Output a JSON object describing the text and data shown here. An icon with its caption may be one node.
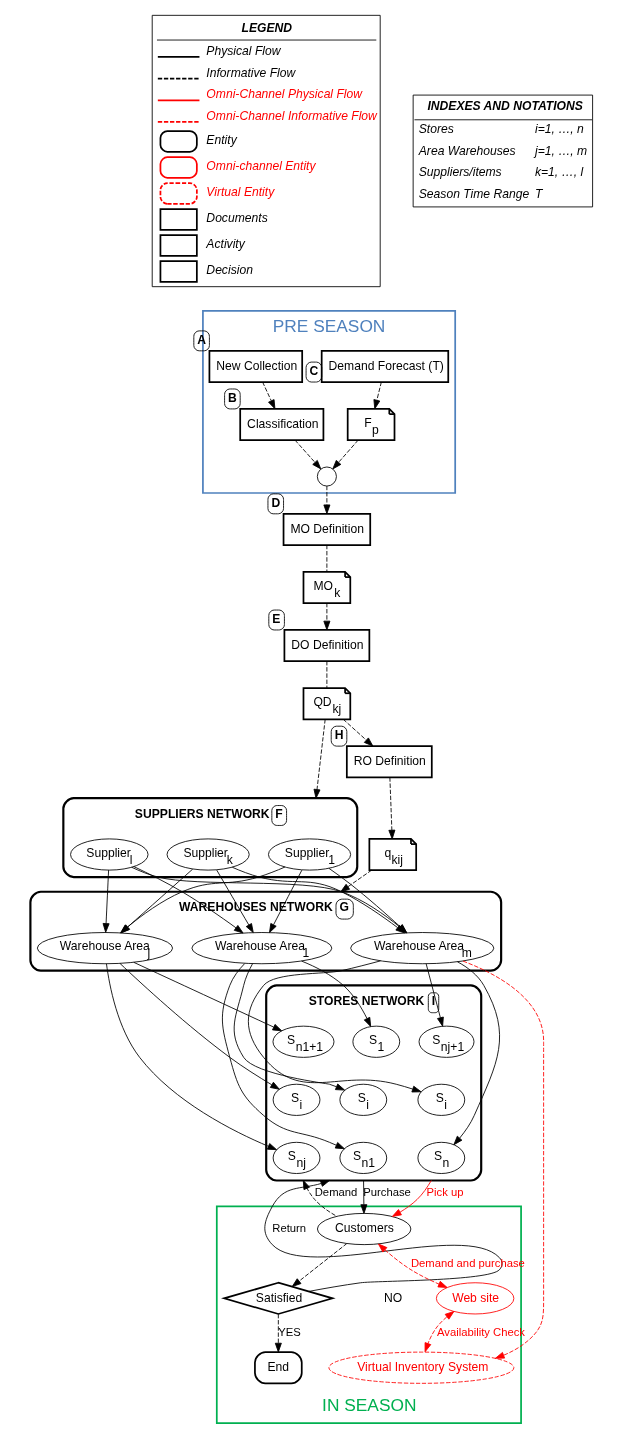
{
  "diagram": {
    "nodes": [
      {
        "text": [
          "PRE SEASON"
        ]
      },
      {
        "text": [
          "IN SEASON"
        ]
      },
      {
        "text": [
          "Demand Forecast (T)"
        ],
        "beside": [
          "C"
        ],
        "in": 0
      },
      {
        "text": [
          "New Collection"
        ],
        "beside": [
          "A"
        ],
        "in": 0
      },
      {
        "text": [
          "Classification"
        ],
        "beside": [
          "B"
        ],
        "in": 0
      },
      {
        "text": [
          "F$_{p}$"
        ],
        "in": 0
      },
      {
        "text": [],
        "shape": "circle",
        "in": 0
      },
      {
        "text": [
          "MO Definition"
        ],
        "beside": [
          "D"
        ]
      },
      {
        "text": [
          "MO$_{k}$"
        ]
      },
      {
        "text": [
          "DO Definition"
        ],
        "beside": [
          "E"
        ]
      },
      {
        "text": [
          "SUPPLIERS NETWORK"
        ],
        "beside": [
          "F"
        ]
      },
      {
        "text": [
          "Supplier$_{1}$"
        ],
        "in": 10
      },
      {
        "text": [
          "Supplier$_{k}$"
        ],
        "in": 10
      },
      {
        "text": [
          "Supplier$_{l}$"
        ],
        "in": 10
      },
      {
        "text": [
          "QD$_{kj}$"
        ]
      },
      {
        "text": [
          "RO Definition"
        ],
        "beside": [
          "H"
        ]
      },
      {
        "text": [
          "q$_{kij}$"
        ]
      },
      {
        "text": [
          "WAREHOUSES NETWORK"
        ],
        "beside": [
          "G"
        ]
      },
      {
        "text": [
          "Warehouse Area$_{1}$"
        ],
        "in": 17
      },
      {
        "text": [
          "Warehouse Area$_{j}$"
        ],
        "in": 17
      },
      {
        "text": [
          "Warehouse Area$_{m}$"
        ],
        "in": 17
      },
      {
        "text": [
          "STORES NETWORK"
        ],
        "beside": [
          "I"
        ]
      },
      {
        "text": [
          "S$_{1}$"
        ],
        "in": 21
      },
      {
        "text": [
          "S$_{i}$"
        ],
        "in": 21
      },
      {
        "text": [
          "S$_{n1}$"
        ],
        "in": 21
      },
      {
        "text": [
          "S$_{n1+1}$"
        ],
        "in": 21
      },
      {
        "text": [
          "S$_{i}$"
        ],
        "in": 21
      },
      {
        "text": [
          "S$_{nj}$"
        ],
        "in": 21
      },
      {
        "text": [
          "S$_{nj+1}$"
        ],
        "in": 21
      },
      {
        "text": [
          "S$_{i}$"
        ],
        "in": 21
      },
      {
        "text": [
          "S$_{n}$"
        ],
        "in": 21
      },
      {
        "text": [
          "Customers"
        ],
        "in": 1
      },
      {
        "text": [
          "Web site"
        ],
        "in": 1
      },
      {
        "text": [
          "Virtual Inventory System"
        ],
        "in": 1
      },
      {
        "text": [
          "Satisfied"
        ],
        "in": 1
      },
      {
        "text": [
          "End"
        ],
        "in": 1
      }
    ],
    "edges": [
      {
        "from": 2,
        "to": 5,
        "arrow": "to",
        "style": "dashed"
      },
      {
        "from": 3,
        "to": 4,
        "arrow": "to",
        "style": "dashed"
      },
      {
        "from": 4,
        "to": 6,
        "arrow": "to",
        "style": "dashed"
      },
      {
        "from": 5,
        "to": 6,
        "arrow": "to",
        "style": "dashed"
      },
      {
        "from": 6,
        "to": 7,
        "arrow": "to",
        "style": "dashed"
      },
      {
        "from": 7,
        "to": 8,
        "arrow": "none",
        "style": "dashed"
      },
      {
        "from": 8,
        "to": 9,
        "arrow": "to",
        "style": "dashed"
      },
      {
        "from": 9,
        "to": 14,
        "arrow": "none",
        "style": "dashed"
      },
      {
        "from": 14,
        "to": 10,
        "arrow": "to",
        "style": "dashed"
      },
      {
        "from": 14,
        "to": 15,
        "arrow": "to",
        "style": "dashed"
      },
      {
        "from": 15,
        "to": 16,
        "arrow": "to",
        "style": "dashed"
      },
      {
        "from": 16,
        "to": 17,
        "arrow": "to",
        "style": "dashed"
      },
      {
        "from": 11,
        "to": 18,
        "arrow": "to"
      },
      {
        "from": 11,
        "to": 19,
        "arrow": "to"
      },
      {
        "from": 11,
        "to": 20,
        "arrow": "to"
      },
      {
        "from": 12,
        "to": 18,
        "arrow": "to"
      },
      {
        "from": 12,
        "to": 19,
        "arrow": "to"
      },
      {
        "from": 12,
        "to": 20,
        "arrow": "to"
      },
      {
        "from": 13,
        "to": 18,
        "arrow": "to"
      },
      {
        "from": 13,
        "to": 19,
        "arrow": "to"
      },
      {
        "from": 13,
        "to": 20,
        "arrow": "to"
      },
      {
        "from": 18,
        "to": 22,
        "arrow": "to"
      },
      {
        "from": 18,
        "to": 23,
        "arrow": "to"
      },
      {
        "from": 18,
        "to": 24,
        "arrow": "to"
      },
      {
        "from": 19,
        "to": 25,
        "arrow": "to"
      },
      {
        "from": 19,
        "to": 26,
        "arrow": "to"
      },
      {
        "from": 19,
        "to": 27,
        "arrow": "to"
      },
      {
        "from": 20,
        "to": 28,
        "arrow": "to"
      },
      {
        "from": 20,
        "to": 29,
        "arrow": "to"
      },
      {
        "from": 20,
        "to": 30,
        "arrow": "to"
      },
      {
        "from": 20,
        "to": 33,
        "arrow": "to",
        "style": "dashed",
        "color": "#ff0000"
      },
      {
        "from": 21,
        "to": 31,
        "arrow": "to",
        "label": "Purchase"
      },
      {
        "from": 31,
        "to": 21,
        "arrow": "to",
        "label": "Demand",
        "style": "dashed"
      },
      {
        "from": 21,
        "to": 31,
        "arrow": "to",
        "label": "Pick up",
        "color": "#ff0000"
      },
      {
        "from": 31,
        "to": 32,
        "arrow": "both",
        "label": "Demand and purchase",
        "style": "dashed",
        "color": "#ff0000"
      },
      {
        "from": 32,
        "to": 33,
        "arrow": "both",
        "label": "Availability Check",
        "style": "dashed",
        "color": "#ff0000"
      },
      {
        "from": 31,
        "to": 34,
        "arrow": "to",
        "style": "dashed"
      },
      {
        "from": 34,
        "to": 35,
        "arrow": "to",
        "label": "YES",
        "style": "dashed"
      },
      {
        "from": 34,
        "to": 21,
        "arrow": "to",
        "label": "Return"
      }
    ],
    "labels": [
      "LEGEND",
      "INDEXES AND NOTATIONS",
      "Stores",
      "i=1, …, n",
      "Area Warehouses",
      "j=1, …, m",
      "Suppliers/items",
      "k=1, …, l",
      "Season Time Range",
      "T",
      "NO"
    ],
    "legend": [
      {
        "text": "Physical Flow"
      },
      {
        "text": "Informative Flow"
      },
      {
        "text": "Omni-Channel Physical Flow"
      },
      {
        "text": "Omni-Channel Informative Flow"
      },
      {
        "text": "Entity"
      },
      {
        "text": "Omni-channel Entity"
      },
      {
        "text": "Virtual Entity"
      },
      {
        "text": "Documents"
      },
      {
        "text": "Activity"
      },
      {
        "text": "Decision"
      }
    ]
  }
}
